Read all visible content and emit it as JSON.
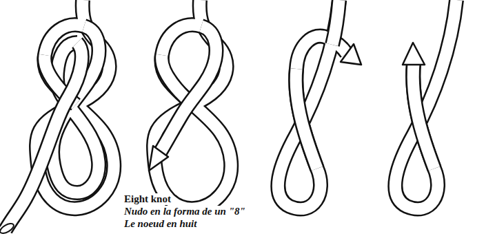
{
  "diagram": {
    "labels": [
      "Eight knot",
      "Nudo en la forma de un \"8\"",
      "Le noeud en huit"
    ]
  }
}
